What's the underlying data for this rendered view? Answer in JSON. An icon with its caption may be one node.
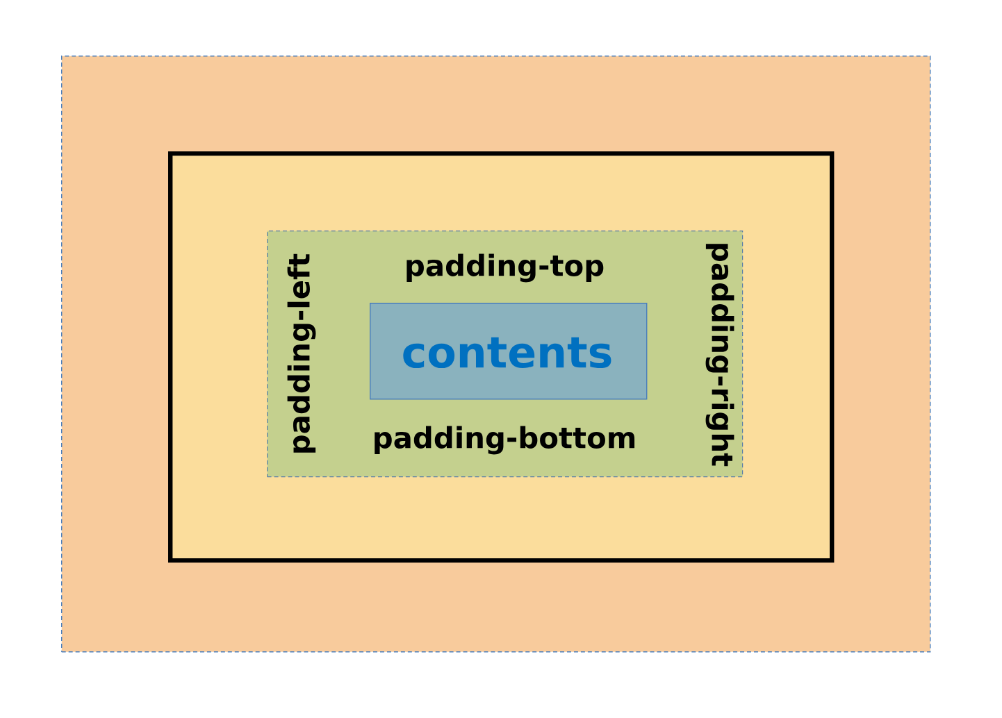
{
  "diagram": {
    "nodes": [
      {
        "text": [],
        "shape": "box"
      },
      {
        "text": [],
        "shape": "box",
        "in": 0
      },
      {
        "text": [
          "padding-top",
          "padding-left",
          "padding-right",
          "padding-bottom"
        ],
        "in": 1
      },
      {
        "text": [
          "contents"
        ],
        "in": 2
      }
    ]
  }
}
